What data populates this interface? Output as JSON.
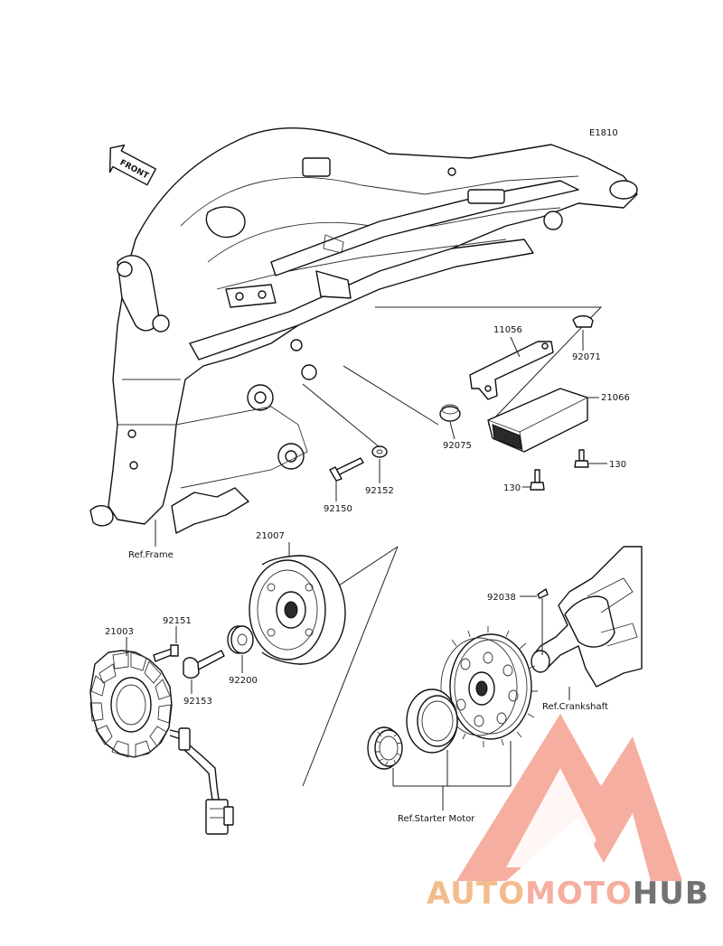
{
  "diagram_code": "E1810",
  "front_label": "FRONT",
  "watermark": {
    "part1": "AUTO",
    "part2": "MOTO",
    "part3": "HUB",
    "color_main": "#f4a08f",
    "color_accent": "#f2b17a",
    "color_dark": "#5a5a5a"
  },
  "parts": [
    {
      "number": "11056"
    },
    {
      "number": "92071"
    },
    {
      "number": "21066"
    },
    {
      "number": "92075"
    },
    {
      "number": "130"
    },
    {
      "number": "130"
    },
    {
      "number": "92152"
    },
    {
      "number": "92150"
    },
    {
      "number": "21007"
    },
    {
      "number": "92151"
    },
    {
      "number": "21003"
    },
    {
      "number": "92153"
    },
    {
      "number": "92200"
    },
    {
      "number": "92038"
    }
  ],
  "references": [
    {
      "text": "Ref.Frame"
    },
    {
      "text": "Ref.Crankshaft"
    },
    {
      "text": "Ref.Starter Motor"
    }
  ]
}
